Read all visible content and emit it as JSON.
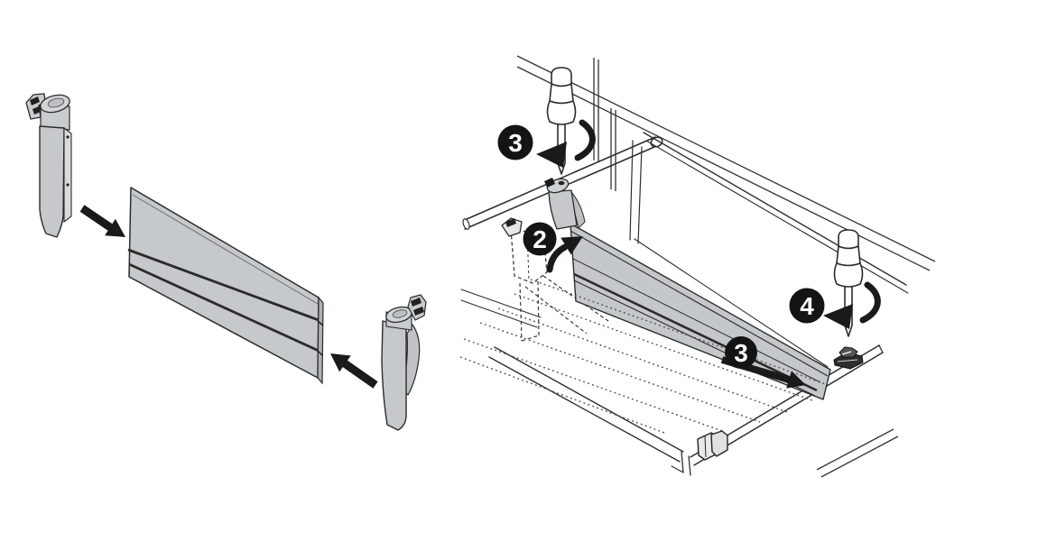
{
  "diagram": {
    "kind": "drawer-divider-assembly-instruction",
    "background": "#ffffff"
  },
  "colors": {
    "outline": "#2b2b2b",
    "thin_line": "#333333",
    "panel_gray": "#c6c9cb",
    "panel_edge_gray": "#aeb1b4",
    "holder_gray": "#c9ccce",
    "flap_gray": "#d8dadc",
    "badge_black": "#141414",
    "arrow_black": "#1a1a1a",
    "badge_text": "#ffffff"
  },
  "left_figure": {
    "name": "divider-panel-preassembly",
    "parts": {
      "holder_left": "divider-end-holder-left",
      "panel": "cross-divider-panel",
      "holder_right": "divider-end-holder-right"
    },
    "arrow_icons": [
      "insert-arrow-left",
      "insert-arrow-right"
    ]
  },
  "right_figure": {
    "name": "divider-installation-in-drawer",
    "badges": {
      "upper_left_3": {
        "label": "3"
      },
      "hook_2": {
        "label": "2"
      },
      "slide_3": {
        "label": "3"
      },
      "tighten_4": {
        "label": "4"
      }
    },
    "tool_icons": [
      "screwdriver-icon",
      "screwdriver-icon"
    ],
    "arrow_icons": [
      "rotation-arrow-icon",
      "hook-arrow-icon",
      "slide-arrow-icon",
      "rotation-arrow-icon"
    ]
  }
}
